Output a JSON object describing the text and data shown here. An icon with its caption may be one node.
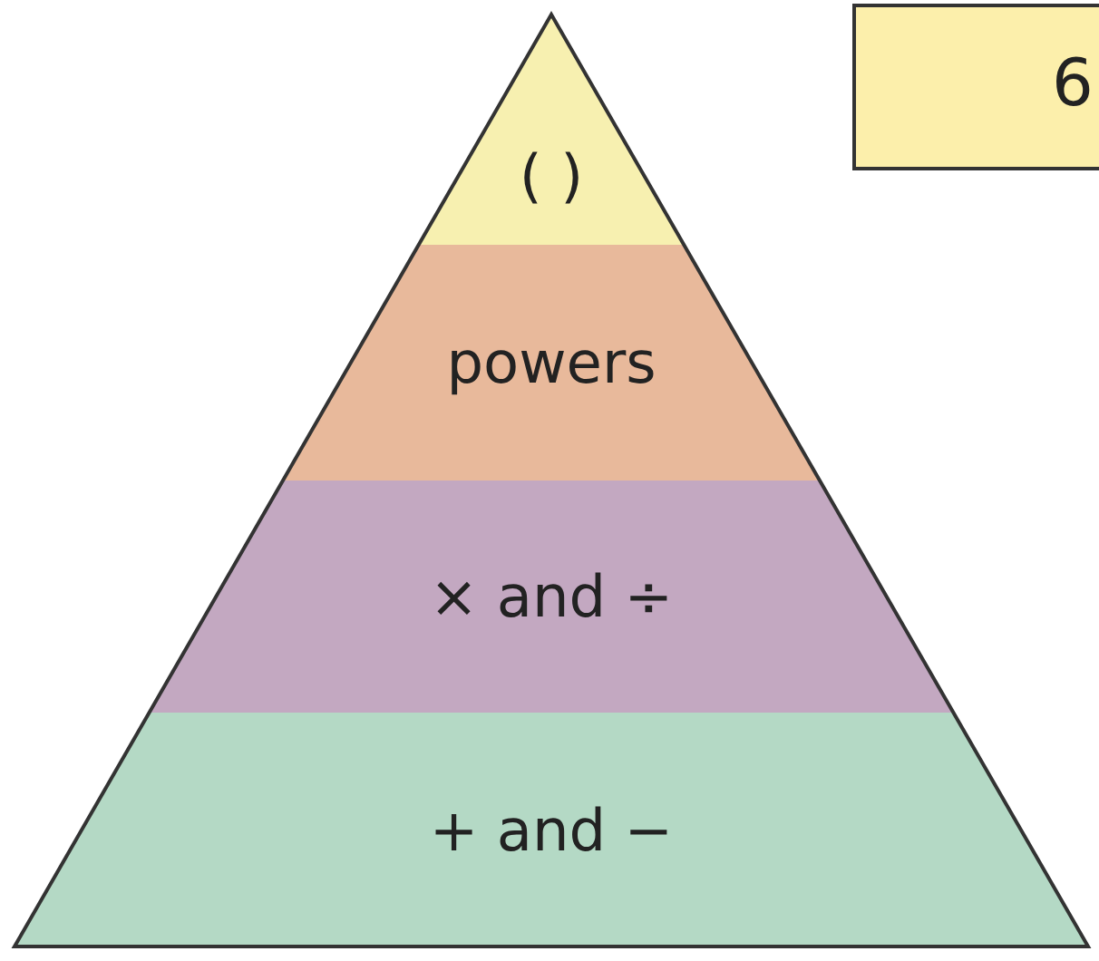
{
  "diagram": {
    "nodes": [
      {
        "text": [
          "( )"
        ]
      },
      {
        "text": [
          "powers"
        ]
      },
      {
        "text": [
          "× and ÷"
        ]
      },
      {
        "text": [
          "+ and −"
        ]
      },
      {
        "text": [
          "6"
        ]
      }
    ]
  }
}
